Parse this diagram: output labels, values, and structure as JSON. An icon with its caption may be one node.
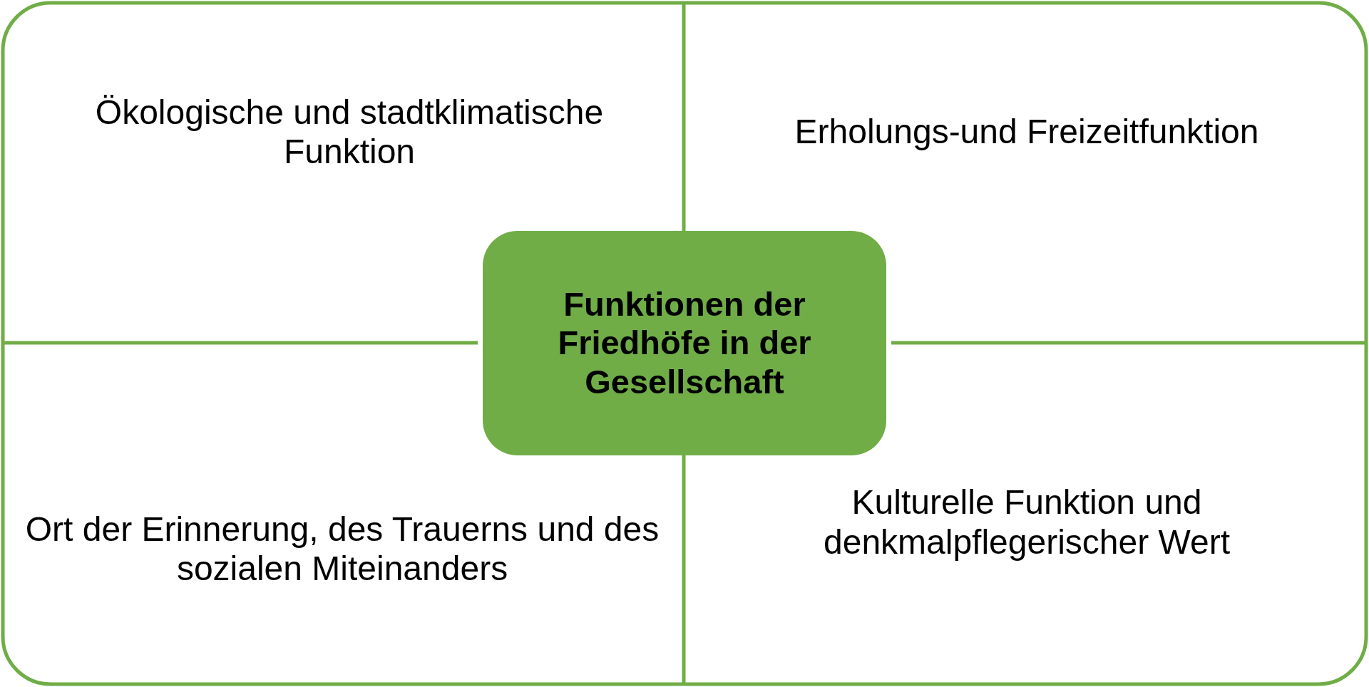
{
  "diagram": {
    "nodes": [
      {
        "text": [
          "Ökologische und stadtklimatische Funktion"
        ]
      },
      {
        "text": [
          "Erholungs-und Freizeitfunktion"
        ]
      },
      {
        "text": [
          "Funktionen der Friedhöfe in der Gesellschaft"
        ]
      },
      {
        "text": [
          "Ort der Erinnerung, des Trauerns und des sozialen Miteinanders"
        ]
      },
      {
        "text": [
          "Kulturelle Funktion und denkmalpflegerischer Wert"
        ]
      }
    ]
  }
}
